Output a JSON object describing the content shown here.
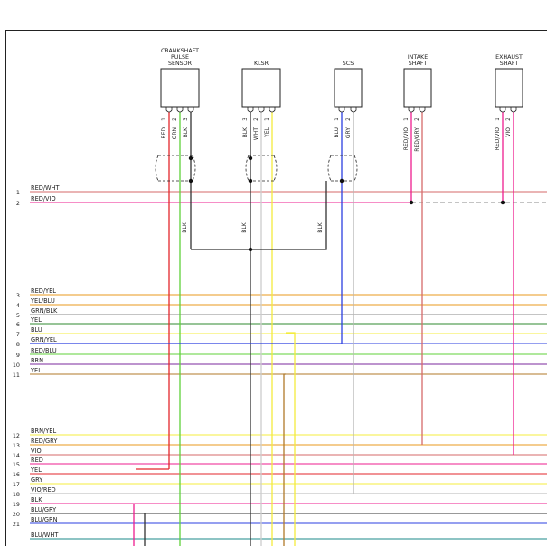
{
  "colors": {
    "RED": "#e3262b",
    "VIO": "#ee1c8f",
    "GRN": "#5fd13a",
    "BLK": "#333333",
    "WHT": "#cccccc",
    "YEL": "#f4ec3c",
    "BLU": "#2b3fe0",
    "GRY": "#b5b5b5",
    "ORN": "#e89a1e",
    "DKGRN": "#2f8a2f",
    "BRN": "#b07a2a",
    "PUR": "#7b2a9c",
    "TEAL": "#1b8a8a",
    "PINK": "#d66a6a",
    "GREY": "#888888"
  },
  "components": [
    {
      "name": "CRANKSHAFT\nPULSE\nSENSOR",
      "label_lines": [
        "CRANKSHAFT",
        "PULSE",
        "SENSOR"
      ],
      "pins": [
        {
          "num": "1",
          "wire": "RED"
        },
        {
          "num": "2",
          "wire": "GRN"
        },
        {
          "num": "3",
          "wire": "BLK"
        }
      ]
    },
    {
      "name": "KLSR",
      "label_lines": [
        "KLSR"
      ],
      "pins": [
        {
          "num": "3",
          "wire": "BLK"
        },
        {
          "num": "2",
          "wire": "WHT"
        },
        {
          "num": "1",
          "wire": "YEL"
        }
      ]
    },
    {
      "name": "SCS",
      "label_lines": [
        "SCS"
      ],
      "pins": [
        {
          "num": "1",
          "wire": "BLU"
        },
        {
          "num": "2",
          "wire": "GRY"
        }
      ]
    },
    {
      "name": "INTAKE SHAFT",
      "label_lines": [
        "INTAKE",
        "SHAFT"
      ],
      "pins": [
        {
          "num": "1",
          "wire": "RED/VIO"
        },
        {
          "num": "2",
          "wire": "RED/GRY"
        }
      ]
    },
    {
      "name": "EXHAUST SHAFT",
      "label_lines": [
        "EXHAUST",
        "SHAFT"
      ],
      "pins": [
        {
          "num": "1",
          "wire": "RED/VIO"
        },
        {
          "num": "2",
          "wire": "VIO"
        }
      ]
    }
  ],
  "ground_labels": [
    "BLK",
    "BLK",
    "BLK"
  ],
  "rows": [
    {
      "num": "1",
      "label": "RED/WHT"
    },
    {
      "num": "2",
      "label": "RED/VIO"
    },
    {
      "num": "3",
      "label": "RED/YEL"
    },
    {
      "num": "4",
      "label": "YEL/BLU"
    },
    {
      "num": "5",
      "label": "GRN/BLK"
    },
    {
      "num": "6",
      "label": "YEL"
    },
    {
      "num": "7",
      "label": "BLU"
    },
    {
      "num": "8",
      "label": "GRN/YEL"
    },
    {
      "num": "9",
      "label": "RED/BLU"
    },
    {
      "num": "10",
      "label": "BRN"
    },
    {
      "num": "11",
      "label": "YEL"
    },
    {
      "num": "12",
      "label": "BRN/YEL"
    },
    {
      "num": "13",
      "label": "RED/GRY"
    },
    {
      "num": "14",
      "label": "VIO"
    },
    {
      "num": "15",
      "label": "RED"
    },
    {
      "num": "16",
      "label": "YEL"
    },
    {
      "num": "17",
      "label": "GRY"
    },
    {
      "num": "18",
      "label": "VIO/RED"
    },
    {
      "num": "19",
      "label": "BLK"
    },
    {
      "num": "20",
      "label": "BLU/GRY"
    },
    {
      "num": "21",
      "label": "BLU/GRN"
    },
    {
      "num": "",
      "label": "BLU/WHT"
    }
  ]
}
